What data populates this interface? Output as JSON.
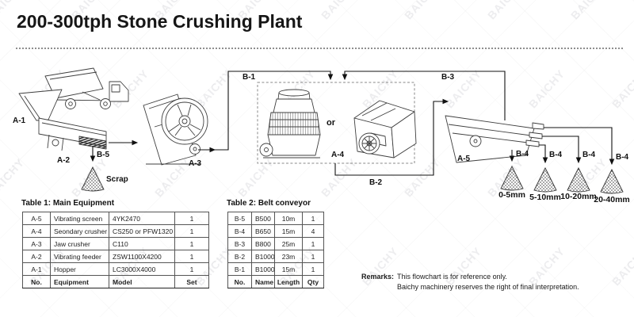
{
  "title": "200-300tph Stone Crushing Plant",
  "watermark": {
    "text": "BAICHY"
  },
  "flowchart": {
    "machine_labels": {
      "hopper": "A-1",
      "feeder": "A-2",
      "jaw_crusher": "A-3",
      "secondary_crusher": "A-4",
      "vibrating_screen": "A-5"
    },
    "conveyor_labels": {
      "b1": "B-1",
      "b2": "B-2",
      "b3": "B-3",
      "b4": "B-4",
      "b5": "B-5"
    },
    "or_label": "or",
    "scrap_label": "Scrap",
    "output_sizes": [
      "0-5mm",
      "5-10mm",
      "10-20mm",
      "20-40mm"
    ]
  },
  "table1": {
    "title": "Table 1: Main Equipment",
    "rows": [
      [
        "A-5",
        "Vibrating screen",
        "4YK2470",
        "1"
      ],
      [
        "A-4",
        "Seondary crusher",
        "CS250 or PFW1320",
        "1"
      ],
      [
        "A-3",
        "Jaw crusher",
        "C110",
        "1"
      ],
      [
        "A-2",
        "Vibrating feeder",
        "ZSW1100X4200",
        "1"
      ],
      [
        "A-1",
        "Hopper",
        "LC3000X4000",
        "1"
      ]
    ],
    "footer": [
      "No.",
      "Equipment",
      "Model",
      "Set"
    ]
  },
  "table2": {
    "title": "Table 2: Belt conveyor",
    "rows": [
      [
        "B-5",
        "B500",
        "10m",
        "1"
      ],
      [
        "B-4",
        "B650",
        "15m",
        "4"
      ],
      [
        "B-3",
        "B800",
        "25m",
        "1"
      ],
      [
        "B-2",
        "B1000",
        "23m",
        "1"
      ],
      [
        "B-1",
        "B1000",
        "15m",
        "1"
      ]
    ],
    "footer": [
      "No.",
      "Name",
      "Length",
      "Qty"
    ]
  },
  "remarks": {
    "label": "Remarks:",
    "lines": [
      "This flowchart is for reference only.",
      "Baichy machinery reserves the right of final interpretation."
    ]
  }
}
